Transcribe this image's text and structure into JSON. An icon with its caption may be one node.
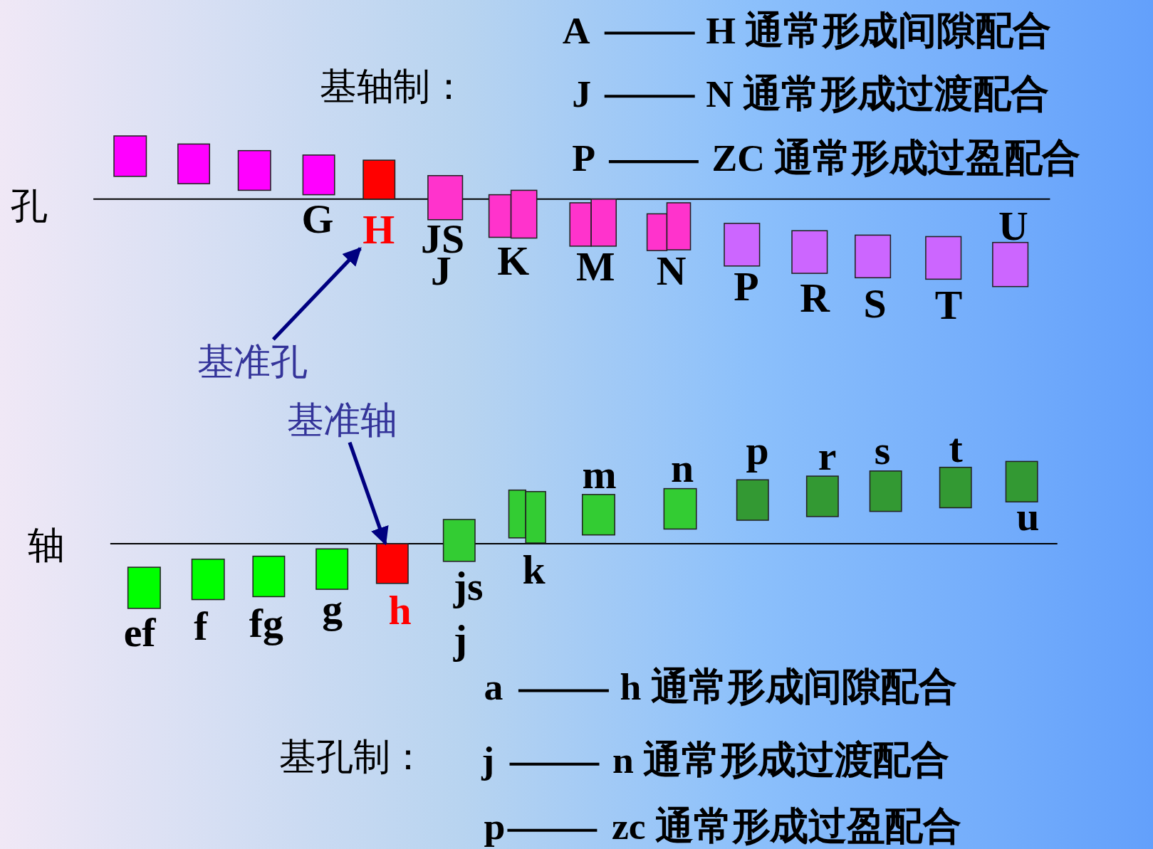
{
  "diagram": {
    "nodes": [
      {
        "text": [],
        "shape": "box"
      },
      {
        "text": [],
        "shape": "box"
      },
      {
        "text": [],
        "shape": "box"
      },
      {
        "text": [],
        "shape": "box"
      },
      {
        "text": [],
        "shape": "box"
      },
      {
        "text": [],
        "shape": "box"
      },
      {
        "text": [],
        "shape": "box"
      },
      {
        "text": [],
        "shape": "box"
      },
      {
        "text": [],
        "shape": "box"
      },
      {
        "text": [],
        "shape": "box"
      },
      {
        "text": [],
        "shape": "box"
      },
      {
        "text": [],
        "shape": "box"
      },
      {
        "text": [],
        "shape": "box"
      },
      {
        "text": [],
        "shape": "box"
      },
      {
        "text": [],
        "shape": "box"
      },
      {
        "text": [],
        "shape": "box"
      },
      {
        "text": [],
        "shape": "box"
      },
      {
        "text": [
          "H"
        ]
      },
      {
        "text": [
          "基准孔"
        ]
      },
      {
        "text": [
          "基准轴"
        ]
      },
      {
        "text": [],
        "shape": "box"
      },
      {
        "text": [],
        "shape": "box"
      },
      {
        "text": [],
        "shape": "box"
      },
      {
        "text": [],
        "shape": "box"
      },
      {
        "text": [],
        "shape": "box"
      },
      {
        "text": [],
        "shape": "box"
      },
      {
        "text": [],
        "shape": "box"
      },
      {
        "text": [],
        "shape": "box"
      },
      {
        "text": [],
        "shape": "box"
      },
      {
        "text": [],
        "shape": "box"
      },
      {
        "text": [],
        "shape": "box"
      },
      {
        "text": [],
        "shape": "box"
      },
      {
        "text": [],
        "shape": "box"
      },
      {
        "text": [],
        "shape": "box"
      },
      {
        "text": [],
        "shape": "box"
      }
    ],
    "edges": [
      {
        "from": 18,
        "to": 17,
        "arrow": "to"
      },
      {
        "from": 19,
        "to": 24,
        "arrow": "to"
      }
    ],
    "labels": [
      "A",
      "H 通常形成间隙配合",
      "基轴制：",
      "J",
      "N 通常形成过渡配合",
      "P",
      "ZC 通常形成过盈配合",
      "孔",
      "G",
      "JS",
      "J",
      "K",
      "M",
      "N",
      "P",
      "R",
      "S",
      "T",
      "U",
      "p",
      "r",
      "s",
      "t",
      "m",
      "n",
      "轴",
      "u",
      "k",
      "js",
      "ef",
      "f",
      "fg",
      "g",
      "h",
      "j",
      "a",
      "h 通常形成间隙配合",
      "基孔制：",
      "j",
      "n 通常形成过渡配合",
      "p",
      "zc 通常形成过盈配合"
    ]
  }
}
